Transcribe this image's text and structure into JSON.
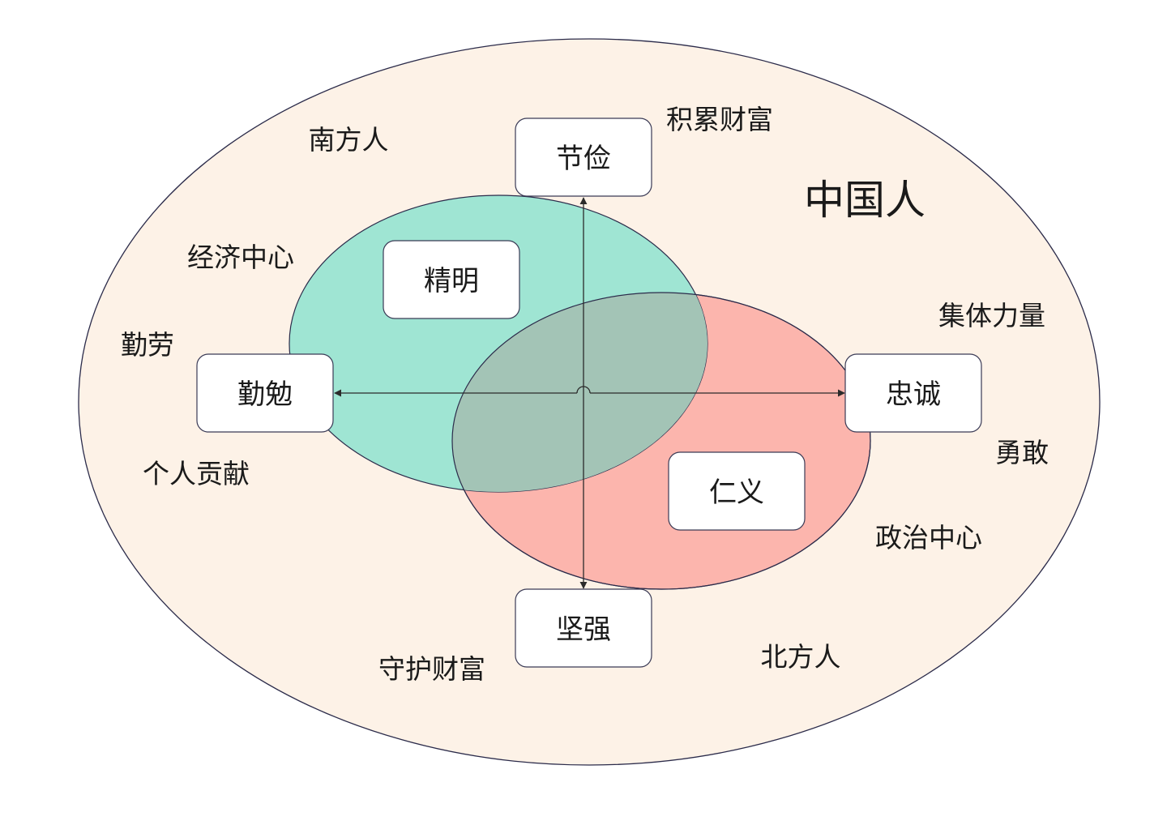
{
  "diagram": {
    "title": "中国人",
    "boxes": {
      "top": "节俭",
      "bottom": "坚强",
      "left": "勤勉",
      "right": "忠诚",
      "green": "精明",
      "red": "仁义"
    },
    "labels": {
      "south_people": "南方人",
      "north_people": "北方人",
      "accumulate_wealth": "积累财富",
      "guard_wealth": "守护财富",
      "economic_center": "经济中心",
      "political_center": "政治中心",
      "hardworking": "勤劳",
      "personal_contribution": "个人贡献",
      "collective_strength": "集体力量",
      "brave": "勇敢"
    },
    "colors": {
      "outer_fill": "#fdf2e7",
      "outline": "#2b2b4a",
      "green_fill": "#9fe5d3",
      "red_fill": "#fcb5ad",
      "overlap_fill": "#a3c4b6",
      "box_fill": "#ffffff",
      "axis": "#2b2b2b"
    }
  }
}
